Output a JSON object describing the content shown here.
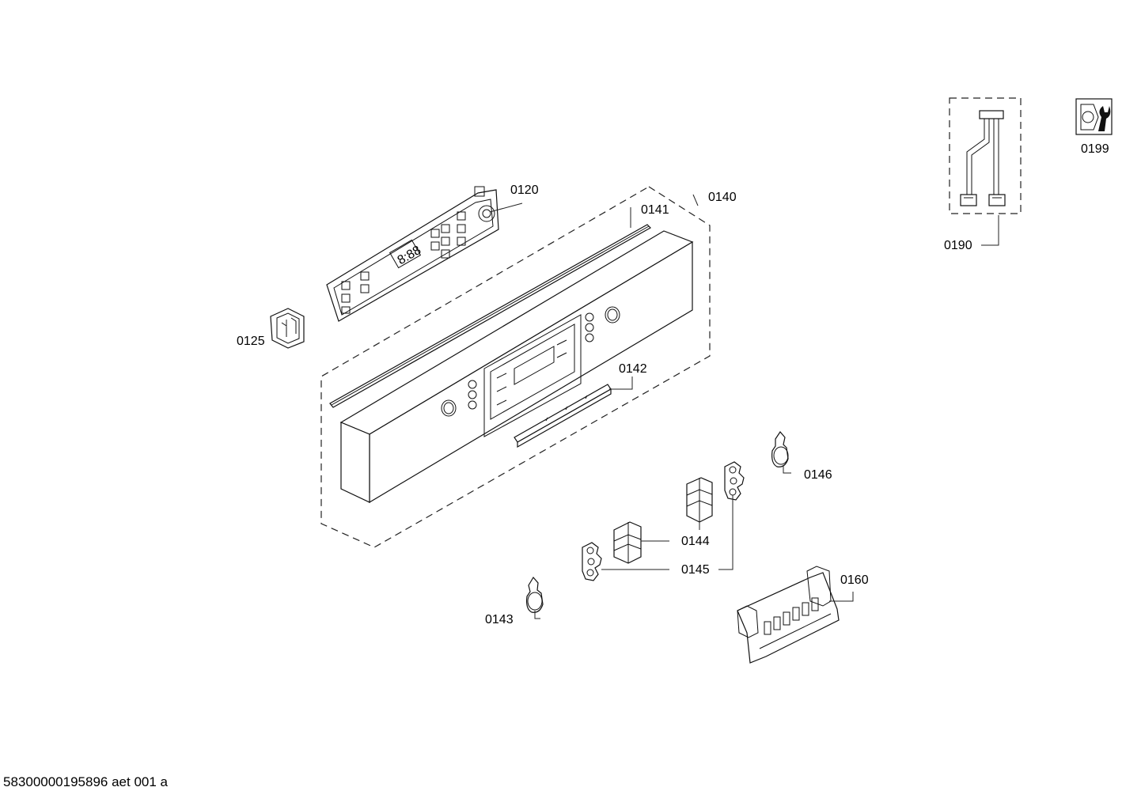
{
  "labels": {
    "p0120": "0120",
    "p0125": "0125",
    "p0140": "0140",
    "p0141": "0141",
    "p0142": "0142",
    "p0143": "0143",
    "p0144": "0144",
    "p0145": "0145",
    "p0146": "0146",
    "p0160": "0160",
    "p0190": "0190",
    "p0199": "0199"
  },
  "display_text": "8:88",
  "document_id": "58300000195896 aet 001 a"
}
